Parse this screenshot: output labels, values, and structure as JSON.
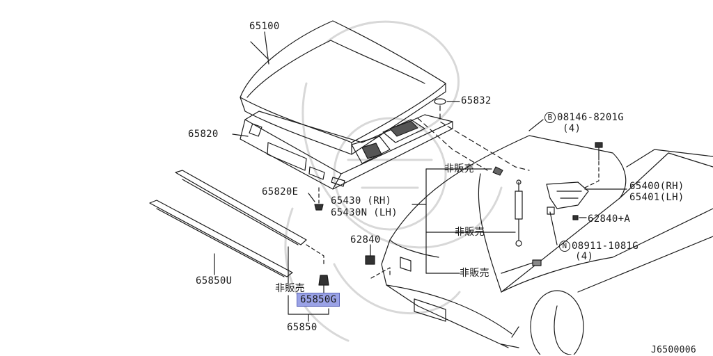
{
  "diagram": {
    "code": "J6500006",
    "parts": {
      "hood": "65100",
      "hood_insulator": "65820",
      "hood_bumper": "65832",
      "clip_e": "65820E",
      "stay_rh": "65430 (RH)",
      "stay_lh": "65430N (LH)",
      "bolt": "08146-8201G",
      "bolt_qty": "(4)",
      "bolt_marker": "B",
      "hinge_rh": "65400(RH)",
      "hinge_lh": "65401(LH)",
      "nut_a": "62840+A",
      "nut": "08911-1081G",
      "nut_qty": "(4)",
      "nut_marker": "N",
      "bumper_rubber": "62840",
      "seal_upper": "65850U",
      "seal_assy": "65850",
      "seal_clip_g": "65850G",
      "not_for_sale": "非販売"
    },
    "highlight_color": "#9aa2e6"
  }
}
